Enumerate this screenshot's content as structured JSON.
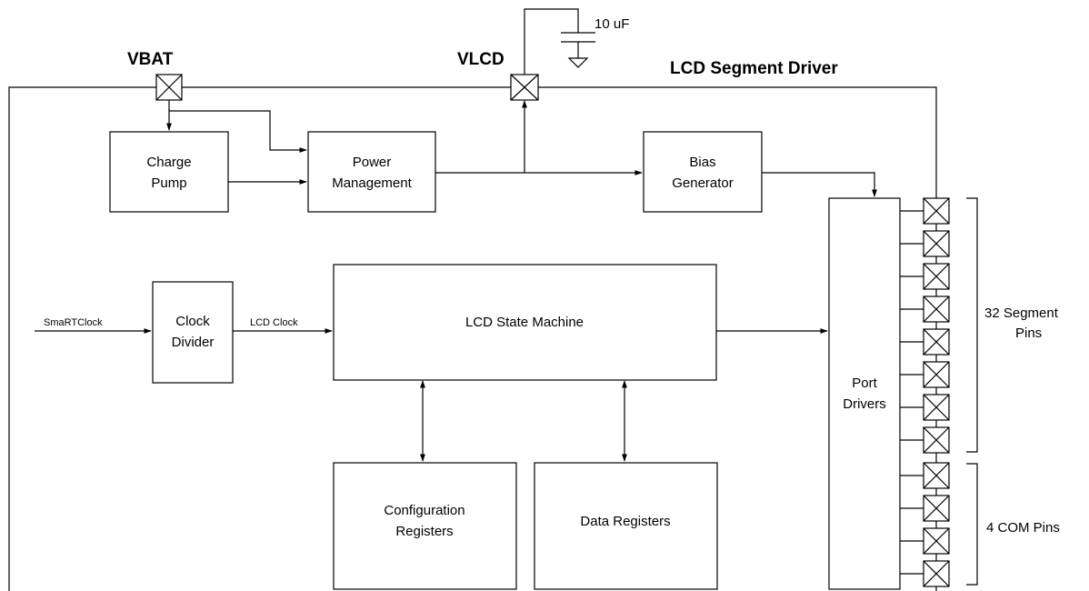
{
  "title": "LCD Segment Driver",
  "pins": {
    "vbat": "VBAT",
    "vlcd": "VLCD"
  },
  "capacitor": "10 uF",
  "blocks": {
    "charge_pump": [
      "Charge",
      "Pump"
    ],
    "power_management": [
      "Power",
      "Management"
    ],
    "bias_generator": [
      "Bias",
      "Generator"
    ],
    "clock_divider": [
      "Clock",
      "Divider"
    ],
    "lcd_state_machine": [
      "LCD State Machine"
    ],
    "configuration_registers": [
      "Configuration",
      "Registers"
    ],
    "data_registers": [
      "Data Registers"
    ],
    "port_drivers": [
      "Port",
      "Drivers"
    ]
  },
  "signals": {
    "smartclock": "SmaRTClock",
    "lcd_clock": "LCD Clock"
  },
  "pin_groups": {
    "segment": [
      "32 Segment",
      "Pins"
    ],
    "com": "4 COM Pins"
  }
}
